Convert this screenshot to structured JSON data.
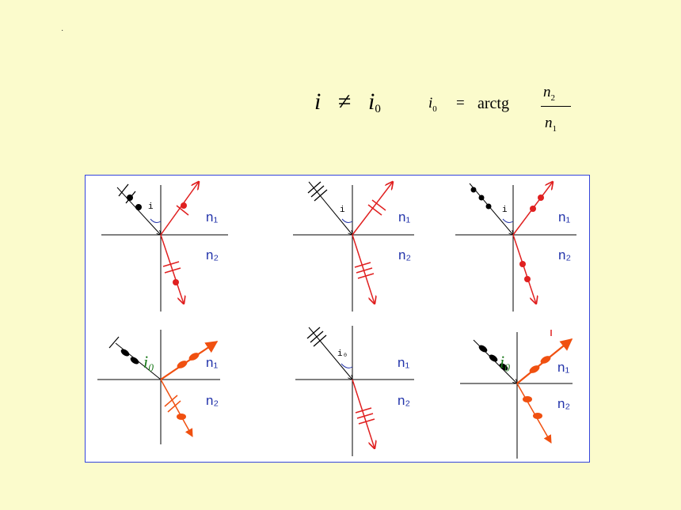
{
  "formula": {
    "lhs_i": "i",
    "neq": "≠",
    "rhs_i": "i",
    "rhs_sub": "0",
    "def_i": "i",
    "def_sub": "0",
    "eq": "=",
    "func": "arctg",
    "num_n": "n",
    "num_sub": "2",
    "den_n": "n",
    "den_sub": "1"
  },
  "panels": [
    {
      "angle_label": "i",
      "n1": "n₁",
      "n2": "n₂"
    },
    {
      "angle_label": "i",
      "n1": "n₁",
      "n2": "n₂"
    },
    {
      "angle_label": "i",
      "n1": "n₁",
      "n2": "n₂"
    },
    {
      "angle_label": "i₀",
      "n1": "n₁",
      "n2": "n₂"
    },
    {
      "angle_label": "i₀",
      "n1": "n₁",
      "n2": "n₂"
    },
    {
      "angle_label": "i₀",
      "n1": "n₁",
      "n2": "n₂"
    }
  ],
  "colors": {
    "background": "#fbfbcc",
    "border": "#3344dd",
    "red": "#e02020",
    "orange": "#f05010",
    "blue_label": "#2233aa",
    "green_label": "#1a7a1a"
  }
}
